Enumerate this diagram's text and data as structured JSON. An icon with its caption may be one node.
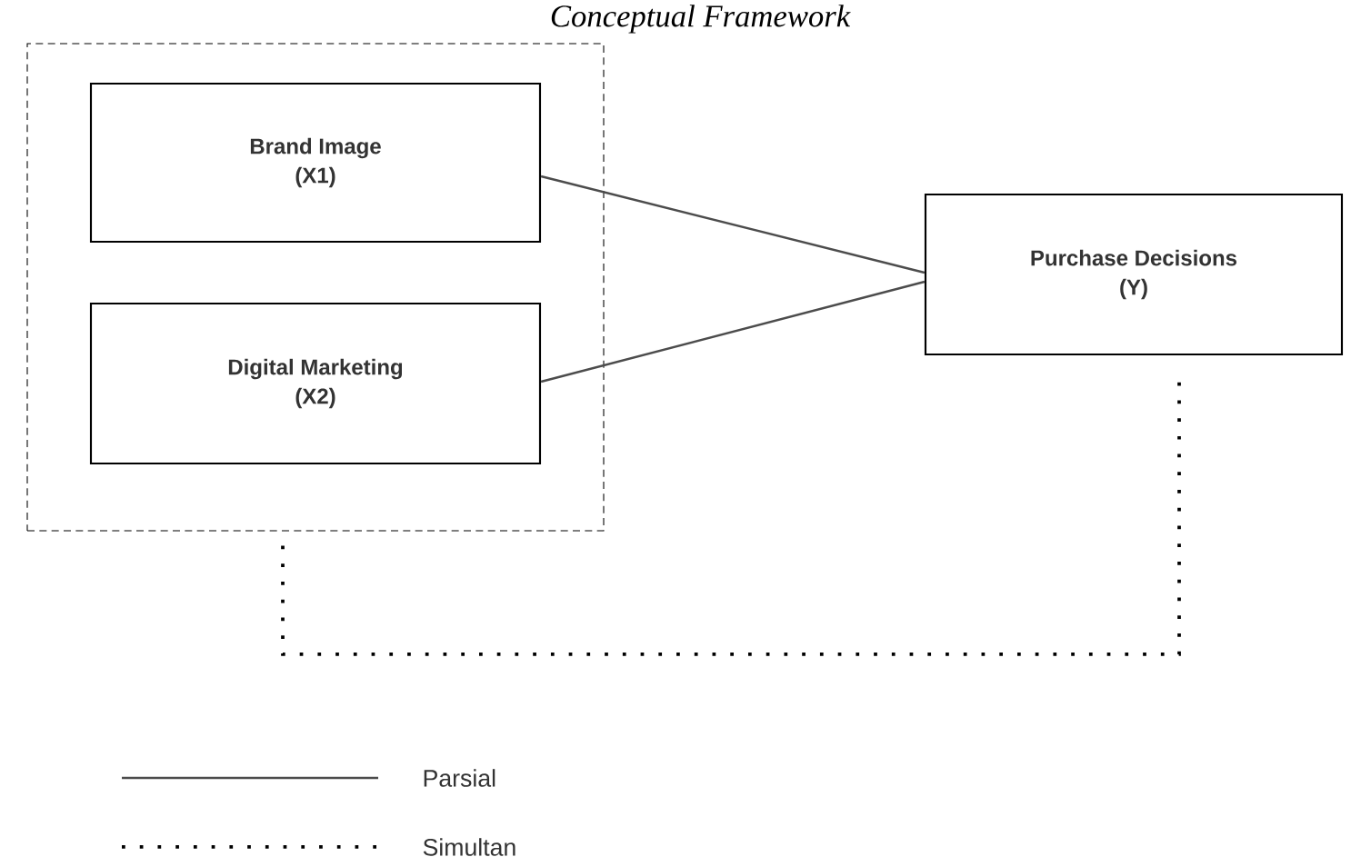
{
  "diagram": {
    "title": "Conceptual Framework",
    "nodes": [
      {
        "text": [],
        "shape": "box"
      },
      {
        "text": [
          "Brand Image",
          "(X1)"
        ],
        "in": 0
      },
      {
        "text": [
          "Digital Marketing",
          "(X2)"
        ],
        "in": 0
      },
      {
        "text": [
          "Purchase Decisions",
          "(Y)"
        ]
      }
    ],
    "edges": [
      {
        "from": 1,
        "to": 3,
        "arrow": "none"
      },
      {
        "from": 2,
        "to": 3,
        "arrow": "none"
      },
      {
        "from": 0,
        "to": 3,
        "arrow": "none",
        "style": "dashed"
      }
    ],
    "legend": [
      {
        "text": "Parsial"
      },
      {
        "text": "Simultan"
      }
    ]
  }
}
